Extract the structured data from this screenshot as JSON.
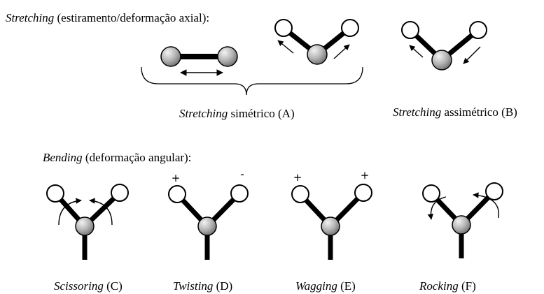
{
  "stretching_header": {
    "term": "Stretching",
    "desc": " (estiramento/deformação axial):"
  },
  "sym_caption": {
    "term": "Stretching",
    "rest": " simétrico (A)"
  },
  "asym_caption": {
    "term": "Stretching",
    "rest": " assimétrico (B)"
  },
  "bending_header": {
    "term": "Bending",
    "desc": " (deformação angular):"
  },
  "captions": [
    {
      "term": "Scissoring",
      "rest": " (C)"
    },
    {
      "term": "Twisting",
      "rest": " (D)"
    },
    {
      "term": "Wagging",
      "rest": " (E)"
    },
    {
      "term": "Rocking",
      "rest": " (F)"
    }
  ],
  "signs": {
    "plus": "+",
    "minus": "-"
  },
  "colors": {
    "stroke": "#000000",
    "atom_light": "#f2f2f2",
    "atom_dark": "#6e6e6e",
    "open_atom": "#ffffff"
  }
}
